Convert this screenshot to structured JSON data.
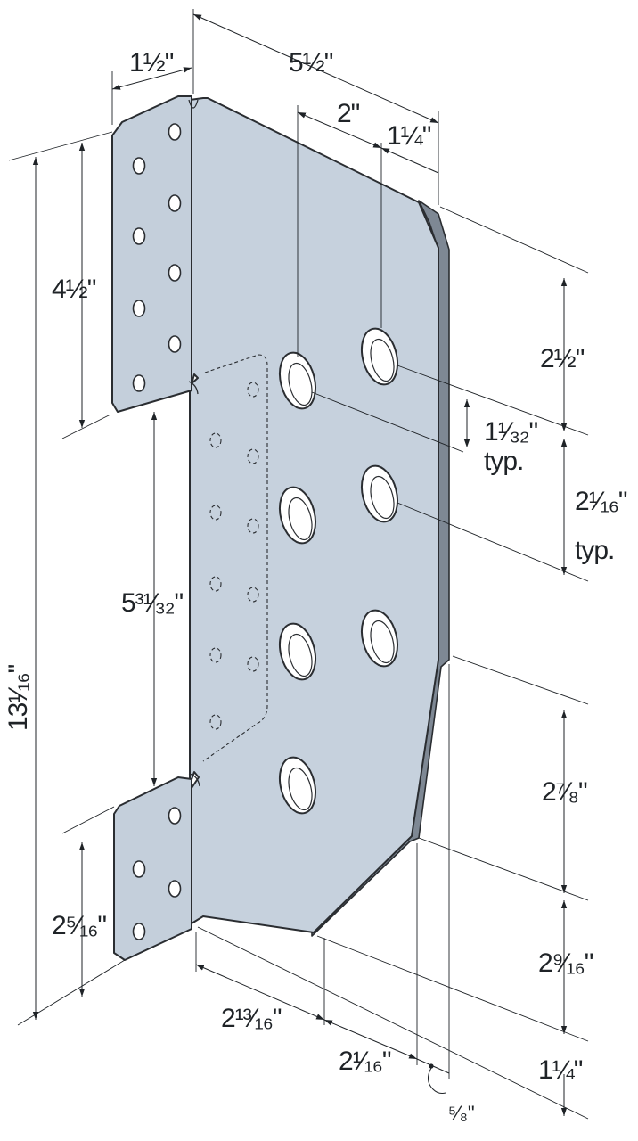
{
  "diagram": {
    "accent_color": "#c6d1dd",
    "line_color": "#2a2d31",
    "dimensions": {
      "top_flange_width": "1½\"",
      "overall_width": "5½\"",
      "hole_spacing_h": "2\"",
      "hole_edge_offset": "1¼\"",
      "upper_flange_height": "4½\"",
      "overall_height": "13¹⁄₁₆\"",
      "cutout_height": "5³¹⁄₃₂\"",
      "lower_flange_height": "2⁵⁄₁₆\"",
      "top_hole_offset": "2½\"",
      "hole_diameter": "1¹⁄₃₂\"",
      "hole_diameter_typ": "typ.",
      "hole_spacing_v": "2¹⁄₁₆\"",
      "hole_spacing_v_typ": "typ.",
      "lower_right_height": "2⁷⁄₈\"",
      "bottom_right_height": "2⁹⁄₁₆\"",
      "bottom_offset_right": "1¼\"",
      "bottom_left_width": "2¹³⁄₁₆\"",
      "bottom_mid_width": "2¹⁄₁₆\"",
      "bottom_small": "⁵⁄₈\""
    }
  }
}
